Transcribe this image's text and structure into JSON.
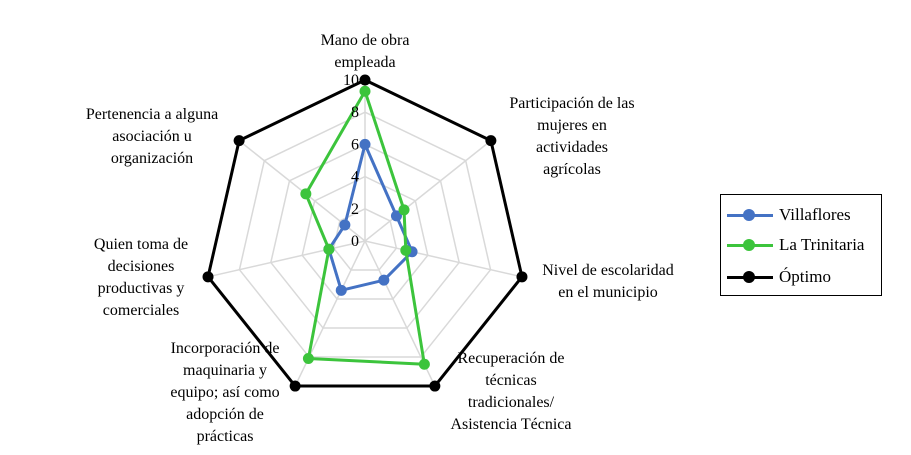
{
  "chart_data": {
    "type": "radar",
    "axes": [
      [
        "Mano de obra",
        "empleada"
      ],
      [
        "Participación de las",
        "mujeres en",
        "actividades",
        "agrícolas"
      ],
      [
        "Nivel de escolaridad",
        "en el municipio"
      ],
      [
        "Recuperación de",
        "técnicas",
        "tradicionales/",
        "Asistencia Técnica"
      ],
      [
        "Incorporación de",
        "maquinaria y",
        "equipo; así como",
        "adopción de",
        "prácticas"
      ],
      [
        "Quien  toma de",
        "decisiones",
        "productivas y",
        "comerciales"
      ],
      [
        "Pertenencia a alguna",
        "asociación u",
        "organización"
      ]
    ],
    "rlim": [
      0,
      10
    ],
    "ticks": [
      "0",
      "2",
      "4",
      "6",
      "8",
      "10"
    ],
    "tick_values": [
      0,
      2,
      4,
      6,
      8,
      10
    ],
    "grid": true,
    "legend_position": "right",
    "series": [
      {
        "name": "Villaflores",
        "values": [
          6,
          2.5,
          3,
          2.7,
          3.4,
          2.3,
          1.6
        ],
        "color": "#4472C4"
      },
      {
        "name": "La Trinitaria",
        "values": [
          9.3,
          3.1,
          2.6,
          8.5,
          8.1,
          2.3,
          4.7
        ],
        "color": "#3CC43C"
      },
      {
        "name": "Óptimo",
        "values": [
          10,
          10,
          10,
          10,
          10,
          10,
          10
        ],
        "color": "#000000"
      }
    ]
  }
}
